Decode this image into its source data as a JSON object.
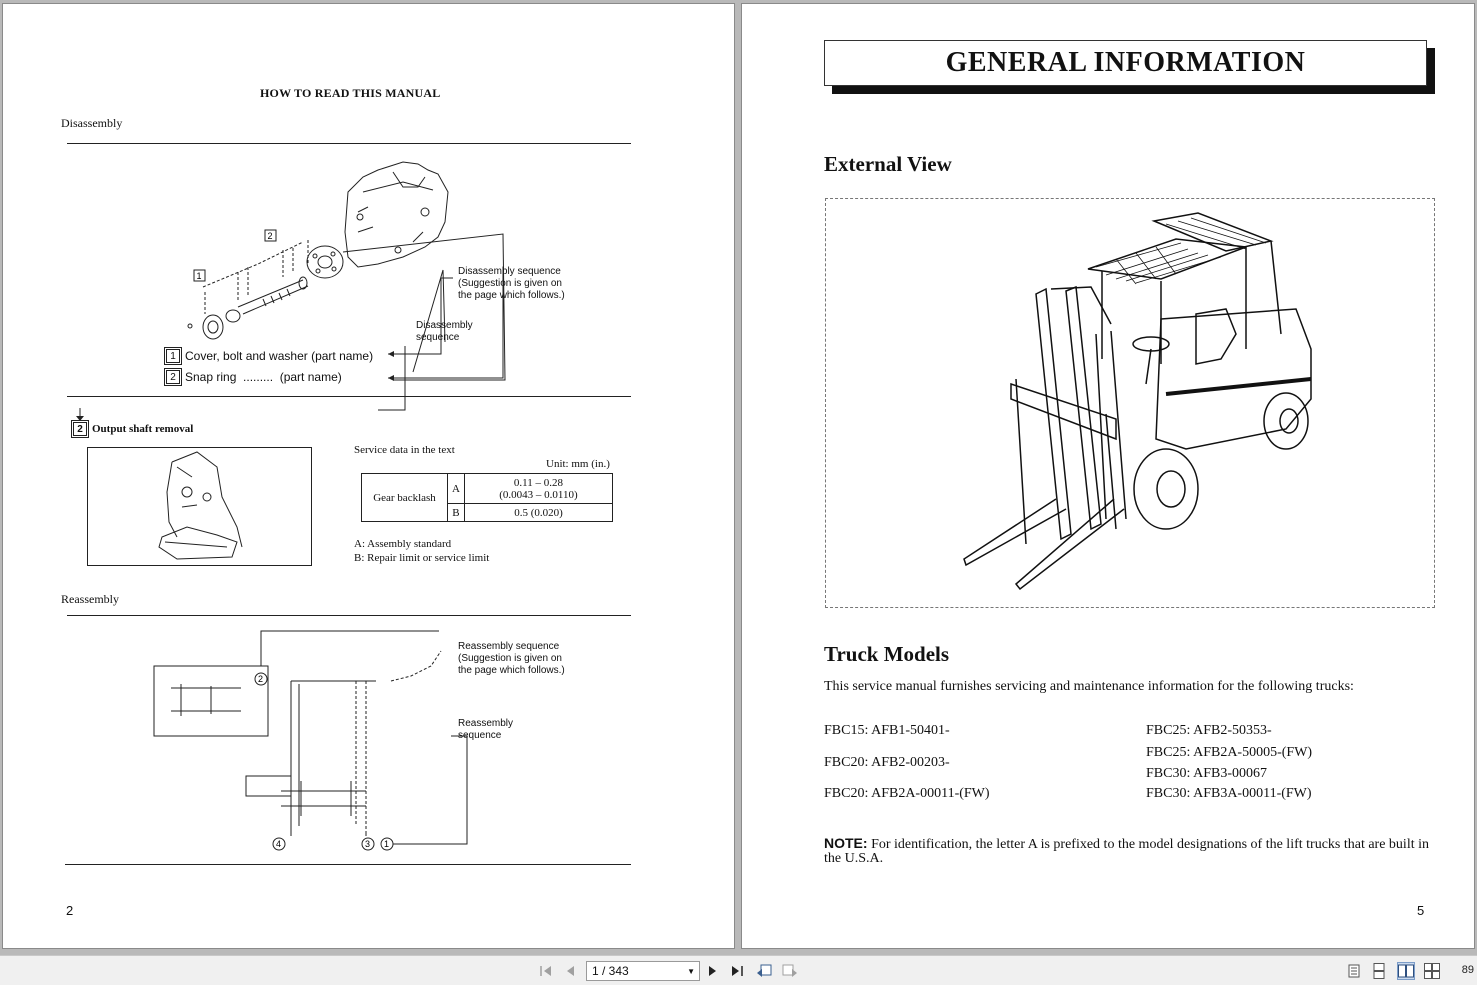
{
  "left_page": {
    "title": "HOW TO READ THIS MANUAL",
    "disassembly_label": "Disassembly",
    "callouts": {
      "disassembly_sequence": [
        "Disassembly sequence",
        "(Suggestion is given on",
        "the page which follows.)"
      ],
      "disassembly_sequence_short": [
        "Disassembly",
        "sequence"
      ],
      "reassembly_sequence": [
        "Reassembly sequence",
        "(Suggestion is given on",
        "the page which follows.)"
      ],
      "reassembly_sequence_short": [
        "Reassembly",
        "sequence"
      ]
    },
    "parts": [
      {
        "num": "1",
        "text": "Cover, bolt and washer (part name)"
      },
      {
        "num": "2",
        "text": "Snap ring  .........  (part name)"
      }
    ],
    "output_shaft": {
      "num": "2",
      "text": "Output shaft removal"
    },
    "service_data": {
      "label": "Service data in the text",
      "unit": "Unit: mm (in.)",
      "item": "Gear backlash",
      "rows": [
        {
          "key": "A",
          "line1": "0.11 – 0.28",
          "line2": "(0.0043 – 0.0110)"
        },
        {
          "key": "B",
          "line1": "0.5 (0.020)",
          "line2": ""
        }
      ],
      "legend_a": "A:  Assembly standard",
      "legend_b": "B:  Repair limit or service limit"
    },
    "reassembly_label": "Reassembly",
    "circle_nums": [
      "2",
      "4",
      "3",
      "1"
    ],
    "page_number": "2"
  },
  "right_page": {
    "banner": "GENERAL INFORMATION",
    "external_view": "External View",
    "truck_models_heading": "Truck Models",
    "intro": "This service manual furnishes servicing and maintenance information for the following trucks:",
    "models_left": [
      "FBC15: AFB1-50401-",
      "FBC20: AFB2-00203-",
      "FBC20: AFB2A-00011-(FW)"
    ],
    "models_right": [
      "FBC25: AFB2-50353-",
      "FBC25: AFB2A-50005-(FW)",
      "FBC30: AFB3-00067",
      "FBC30: AFB3A-00011-(FW)"
    ],
    "note_label": "NOTE:",
    "note_text": "For identification, the letter A is prefixed to the model designations of the lift trucks that are built in the U.S.A.",
    "page_number": "5"
  },
  "toolbar": {
    "page_indicator": "1 / 343",
    "zoom": "89",
    "icons": [
      "first-page-icon",
      "prev-page-icon",
      "next-page-icon",
      "last-page-icon",
      "previous-view-icon",
      "next-view-icon",
      "single-page-view-icon",
      "continuous-view-icon",
      "facing-view-icon",
      "continuous-facing-view-icon"
    ]
  }
}
